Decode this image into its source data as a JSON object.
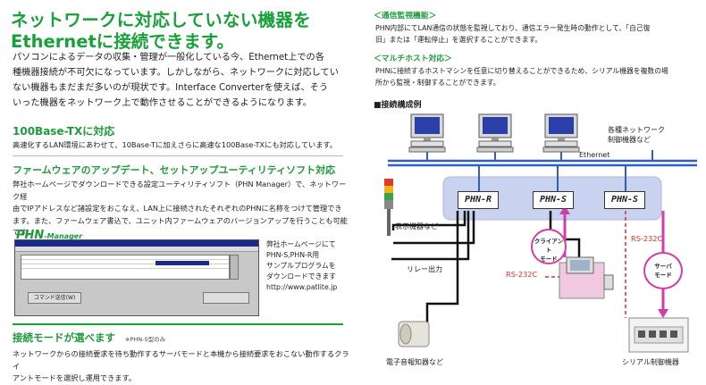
{
  "headline": {
    "line1": "ネットワークに対応していない機器を",
    "line2": "Ethernetに接続できます。"
  },
  "intro": {
    "lines": [
      "パソコンによるデータの収集・管理が一般化している今、Ethernet上での各",
      "種機器接続が不可欠になっています。しかしながら、ネットワークに対応してい",
      "ない機器もまだまだ多いのが現状です。Interface  Converterを使えば、そう",
      "いった機器をネットワーク上で動作させることができるようになります。"
    ]
  },
  "section_100base": {
    "title": "100Base-TXに対応",
    "text": "高速化するLAN環境にあわせて、10Base-Tに加えさらに高速な100Base-TXにも対応しています。"
  },
  "section_firmware": {
    "title": "ファームウェアのアップデート、セットアップユーティリティソフト対応",
    "lines": [
      "弊社ホームページでダウンロードできる設定ユーティリティソフト（PHN  Manager）で、ネットワーク経",
      "由でIPアドレスなど諸設定をおこなえ、LAN上に接続されたそれぞれのPHNに名称をつけて管理でき",
      "ます。また、ファームウェア書込で、ユニット内ファームウェアのバージョンアップを行うことも可能です。"
    ]
  },
  "manager": {
    "logo_main": "PHN",
    "logo_sub": "-Manager",
    "screenshot_button": "コマンド送信(W)",
    "note_lines": [
      "弊社ホームページにて",
      "PHN-S,PHN-R用",
      "サンプルプログラムを",
      "ダウンロードできます",
      "http://www.patlite.jp"
    ]
  },
  "section_mode": {
    "title": "接続モードが選べます",
    "note": "※PHN-S型のみ",
    "lines": [
      "ネットワークからの接続要求を待ち動作するサーバモードと本機から接続要求をおこない動作するクライ",
      "アントモードを選択し運用できます。"
    ]
  },
  "right": {
    "monitor_title": "＜通信監視機能＞",
    "monitor_lines": [
      "PHN内部にてLAN通信の状態を監視しており、通信エラー発生時の動作として、「自己復",
      "旧」または「運転停止」を選択することができます。"
    ],
    "multihost_title": "＜マルチホスト対応＞",
    "multihost_lines": [
      "PHNに接続するホストマシンを任意に切り替えることができるため、シリアル機器を複数の場",
      "所から監視・制御することができます。"
    ],
    "diagram_title": "■接続構成例"
  },
  "diagram": {
    "network_label_1": "各種ネットワーク",
    "network_label_2": "制御機器など",
    "ethernet": "Ethernet",
    "phn_r": "PHN-R",
    "phn_s1": "PHN-S",
    "phn_s2": "PHN-S",
    "display_device": "表示機器など",
    "relay_output": "リレー出力",
    "client_mode": "クライアントモード",
    "client_mode_l1": "クライアント",
    "client_mode_l2": "モード",
    "server_mode_l1": "サーバ",
    "server_mode_l2": "モード",
    "rs232c_1": "RS-232C",
    "rs232c_2": "RS-232C",
    "speaker": "電子音報知器など",
    "serial_device": "シリアル制御機器"
  },
  "colors": {
    "green": "#19a23b",
    "blue_line": "#2f5fc4",
    "panel": "#c9d2ef",
    "red_dashed": "#e02a2a",
    "magenta": "#d23ea8"
  }
}
